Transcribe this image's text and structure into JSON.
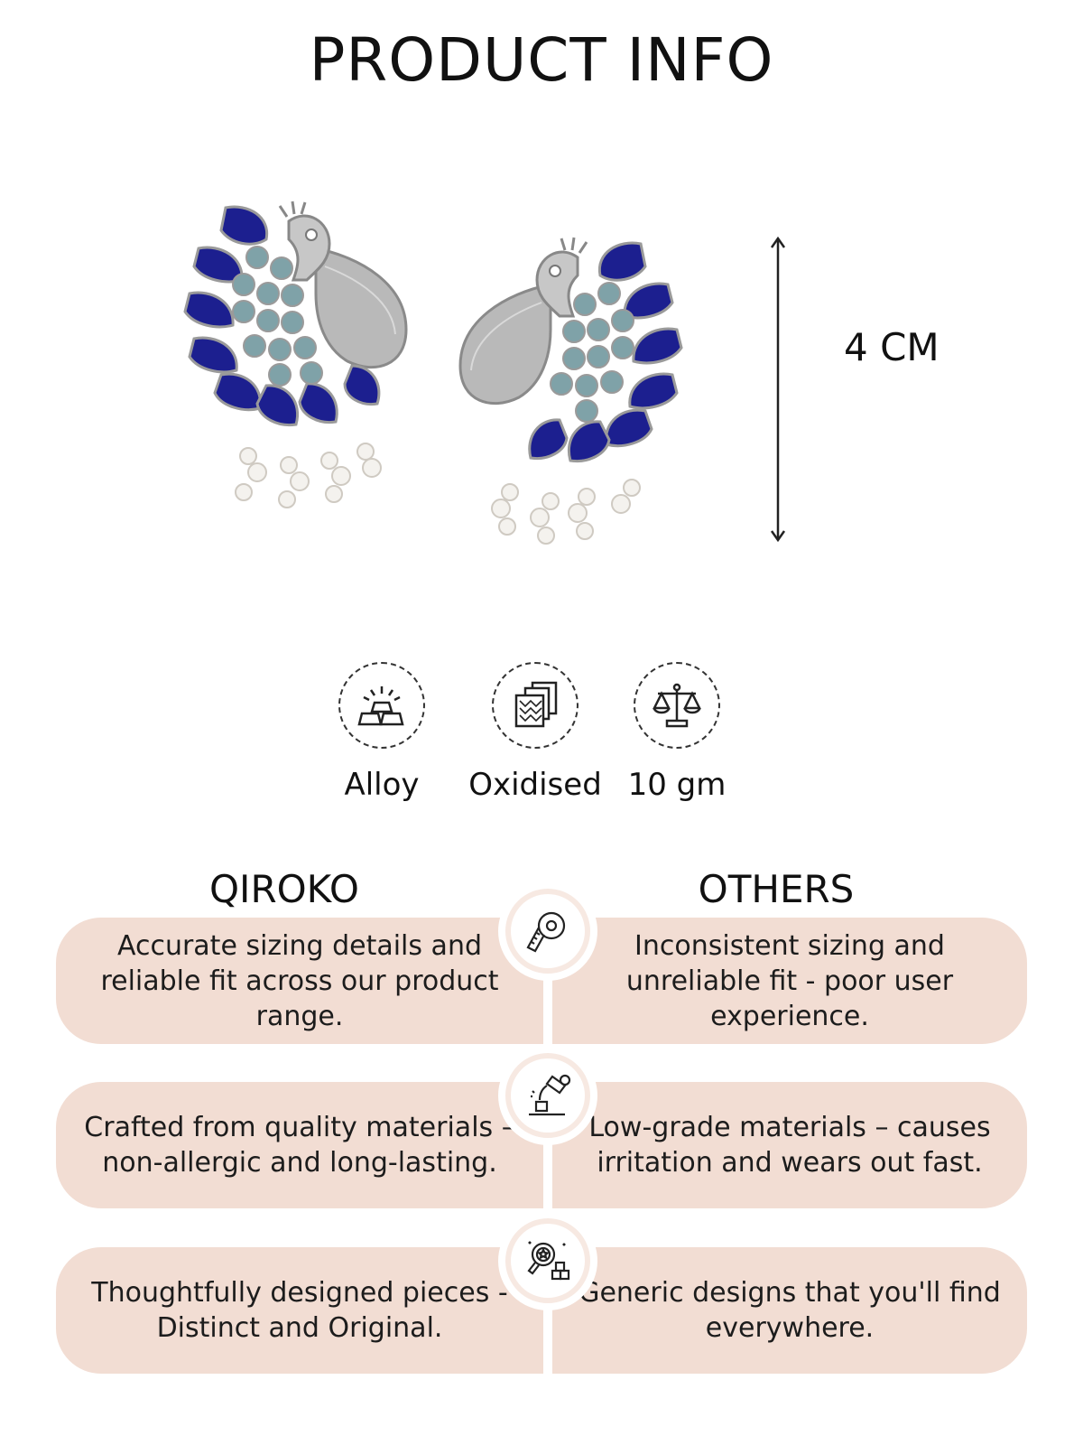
{
  "title": "PRODUCT INFO",
  "product": {
    "size_label": "4 CM",
    "image": "peacock-stud-earrings"
  },
  "specs": [
    {
      "icon": "metal-bars-icon",
      "label": "Alloy"
    },
    {
      "icon": "plating-layers-icon",
      "label": "Oxidised"
    },
    {
      "icon": "weighing-scale-icon",
      "label": "10 gm"
    }
  ],
  "comparison": {
    "left_heading": "QIROKO",
    "right_heading": "OTHERS",
    "colors": {
      "pill": "#f2ddd3",
      "badge": "#f7e9e2"
    },
    "rows": [
      {
        "icon": "measuring-tape-icon",
        "qiroko": "Accurate sizing details and reliable fit across our product range.",
        "others": "Inconsistent sizing and unreliable fit - poor user experience."
      },
      {
        "icon": "material-pouring-icon",
        "qiroko": "Crafted from quality materials – non-allergic and long-lasting.",
        "others": "Low-grade materials – causes irritation and wears out fast."
      },
      {
        "icon": "design-magnifier-icon",
        "qiroko": "Thoughtfully designed pieces - Distinct and Original.",
        "others": "Generic designs that you'll find everywhere."
      }
    ]
  }
}
